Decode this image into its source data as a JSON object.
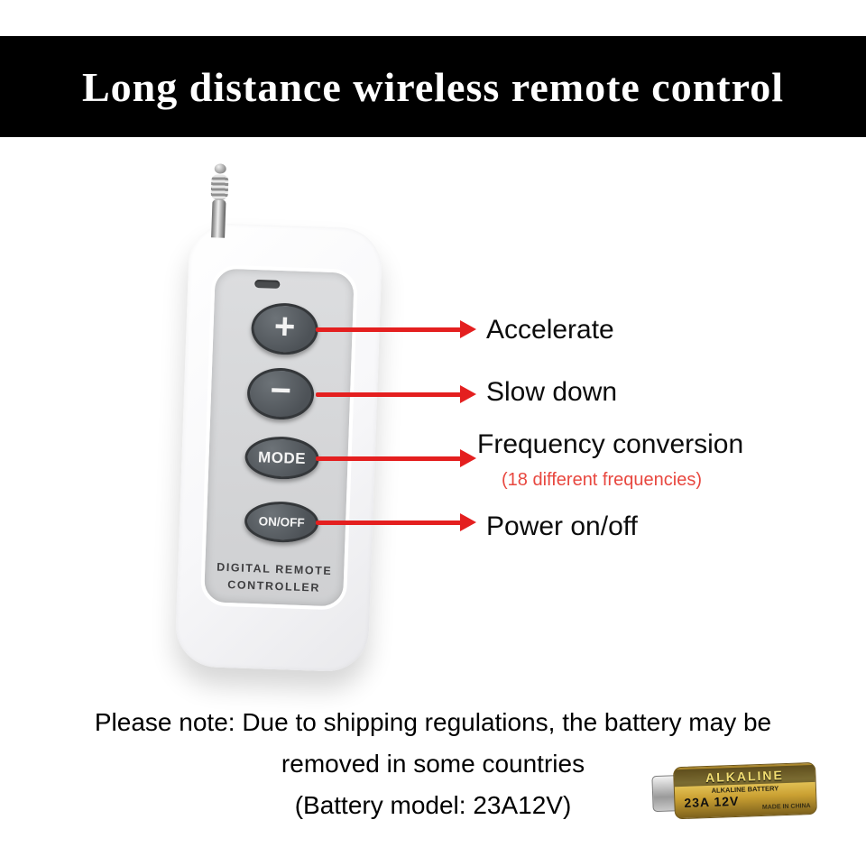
{
  "banner": {
    "title": "Long distance wireless remote control",
    "bg_color": "#000000",
    "text_color": "#ffffff"
  },
  "remote": {
    "buttons": [
      {
        "label": "+"
      },
      {
        "label": "−"
      },
      {
        "label": "MODE"
      },
      {
        "label": "ON/OFF"
      }
    ],
    "brand_line1": "DIGITAL REMOTE",
    "brand_line2": "CONTROLLER"
  },
  "annotations": [
    {
      "label": "Accelerate"
    },
    {
      "label": "Slow down"
    },
    {
      "label": "Frequency conversion",
      "sub": "(18 different frequencies)"
    },
    {
      "label": "Power on/off"
    }
  ],
  "note": {
    "line1": "Please note: Due to shipping regulations, the battery may be",
    "line2": "removed in some countries",
    "line3": "(Battery model: 23A12V)"
  },
  "battery": {
    "brand": "ALKALINE",
    "type_text": "ALKALINE BATTERY",
    "model": "23A 12V",
    "origin": "MADE IN CHINA"
  },
  "colors": {
    "arrow_red": "#e41f1f",
    "accent_red": "#e8473f"
  }
}
